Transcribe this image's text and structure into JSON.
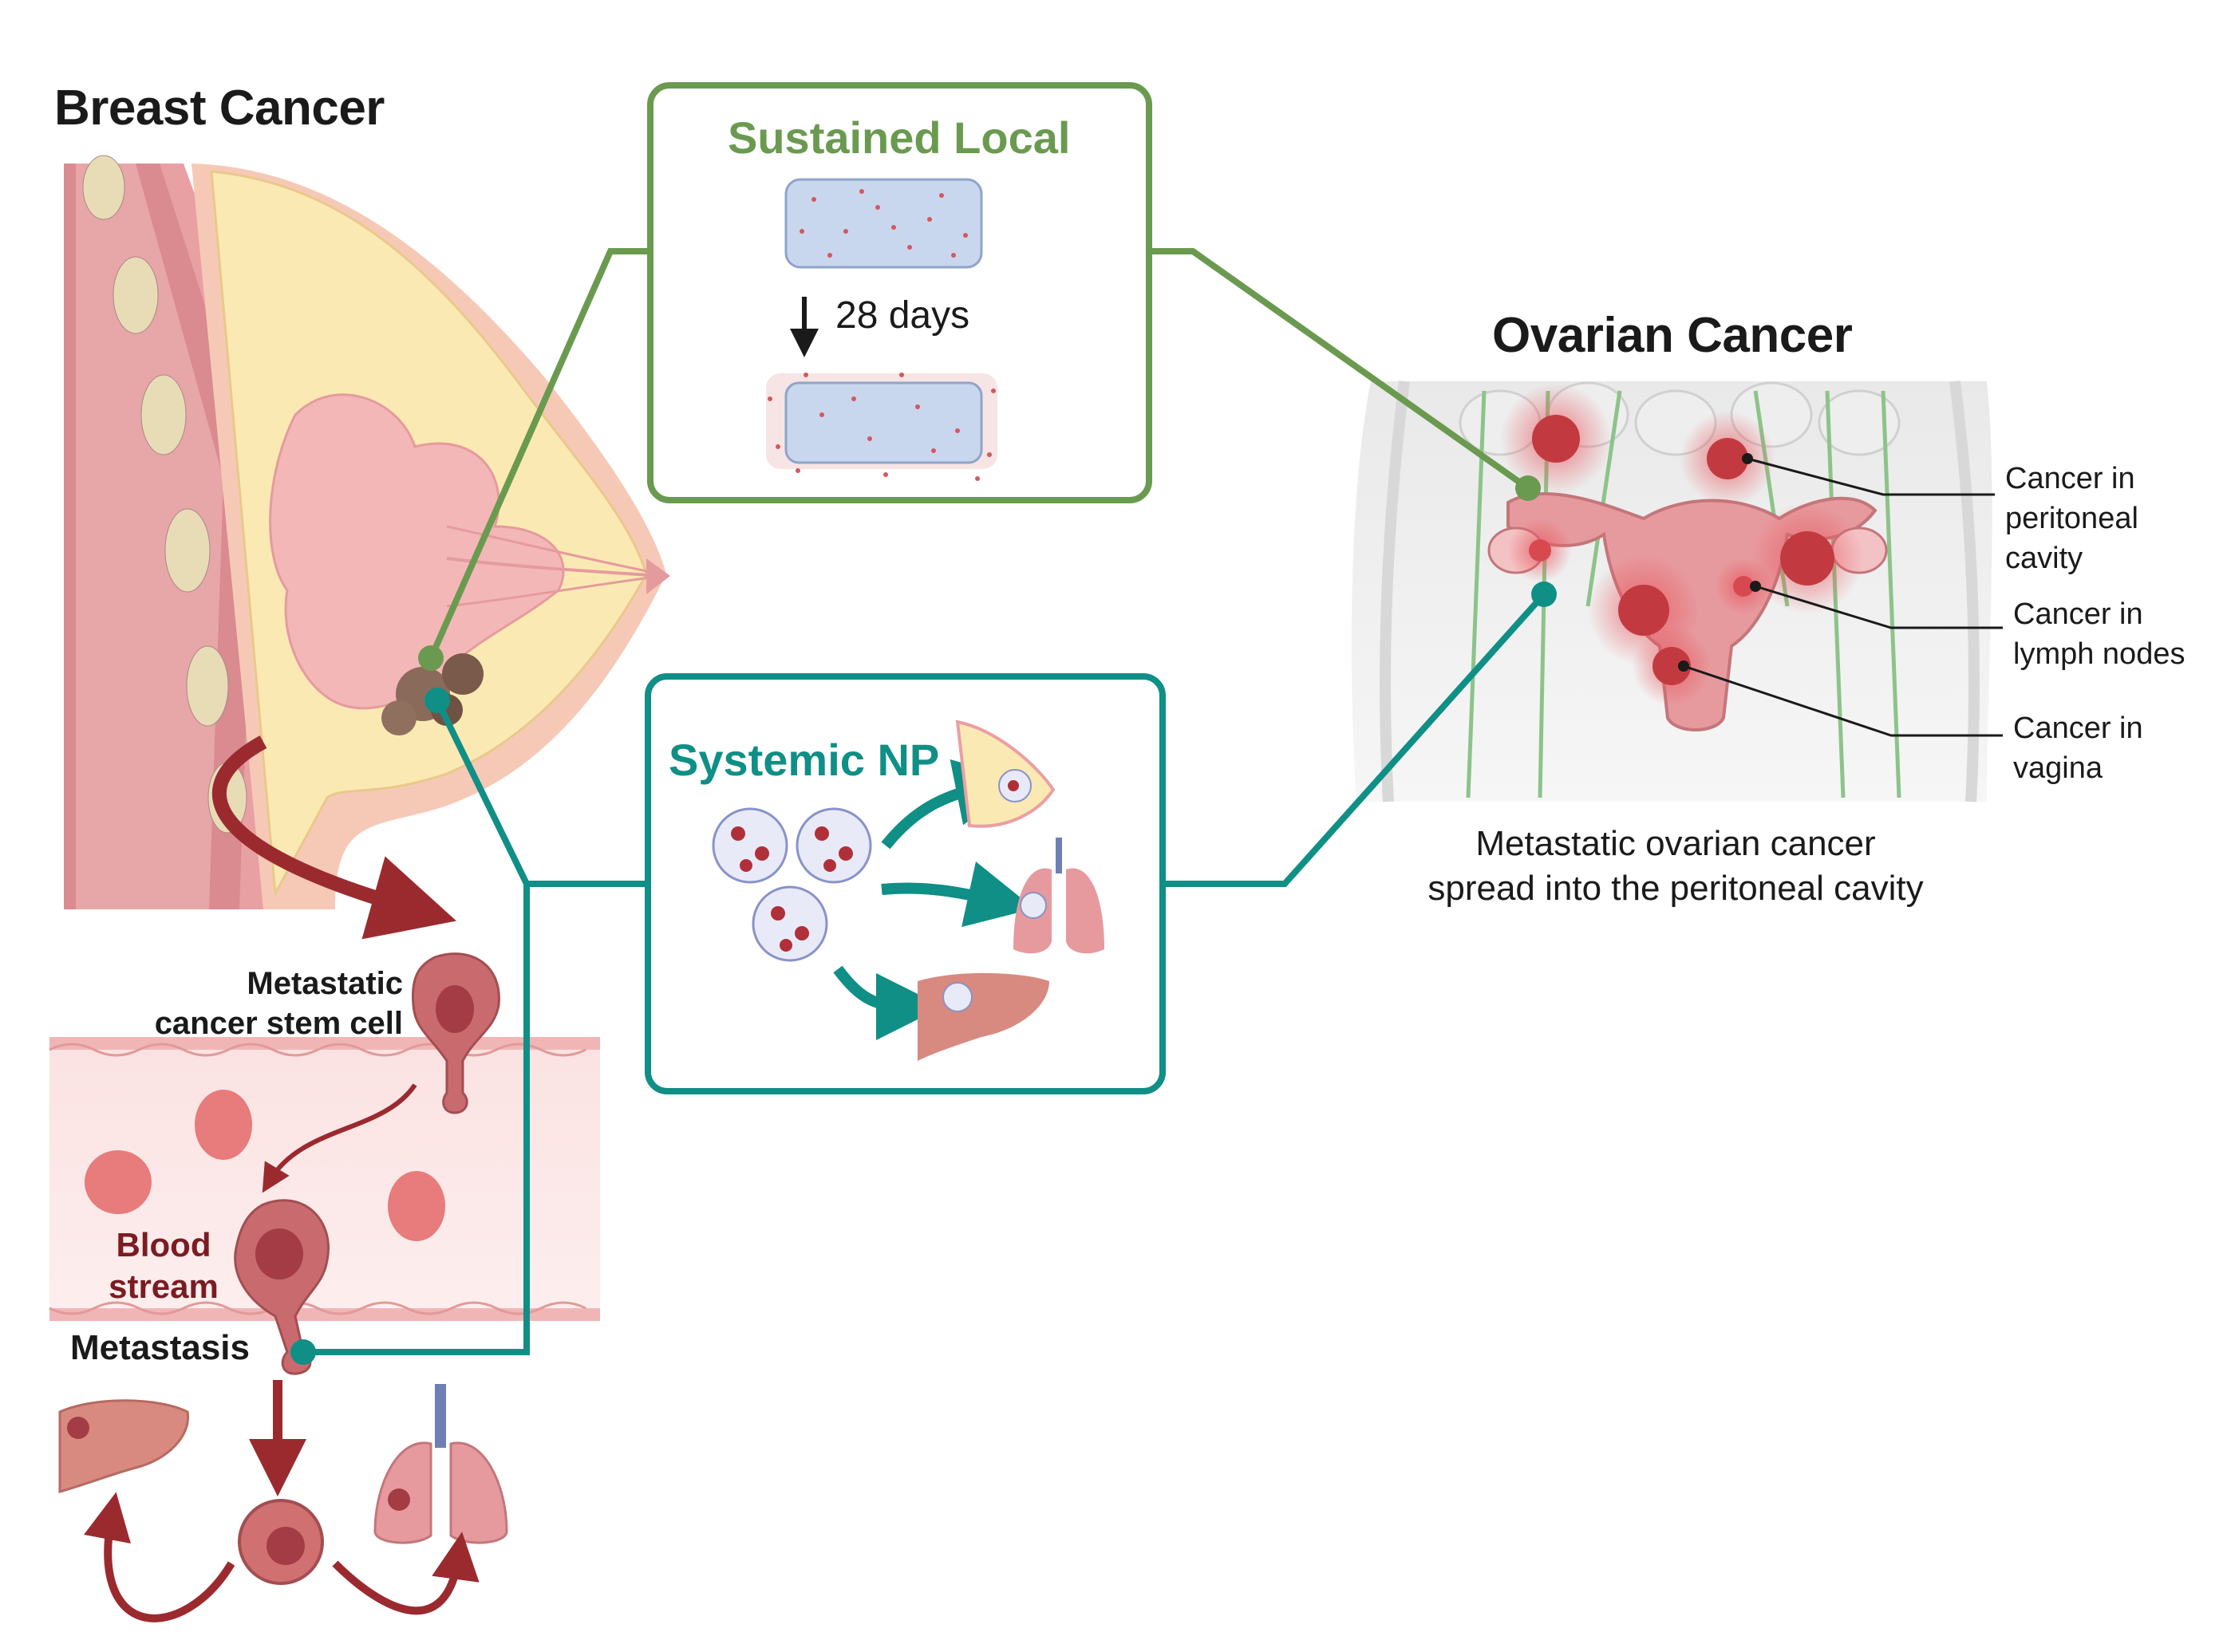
{
  "colors": {
    "green": "#6a9a4f",
    "teal": "#0f8f86",
    "tissue_pink": "#f4b7b8",
    "fat_yellow": "#fbe9b4",
    "tumor_red": "#c4333a",
    "arrow_red": "#9b2a2f"
  },
  "titles": {
    "breast": "Breast Cancer",
    "ovarian": "Ovarian Cancer"
  },
  "sustained_panel": {
    "title": "Sustained Local",
    "duration": "28 days"
  },
  "systemic_panel": {
    "title": "Systemic NP"
  },
  "metastasis_labels": {
    "stem_cell_line1": "Metastatic",
    "stem_cell_line2": "cancer stem cell",
    "blood_line1": "Blood",
    "blood_line2": "stream",
    "metastasis": "Metastasis"
  },
  "ovarian_callouts": {
    "peritoneal_line1": "Cancer in",
    "peritoneal_line2": "peritoneal",
    "peritoneal_line3": "cavity",
    "lymph_line1": "Cancer in",
    "lymph_line2": "lymph nodes",
    "vagina_line1": "Cancer in",
    "vagina_line2": "vagina"
  },
  "ovarian_caption": {
    "line1": "Metastatic ovarian cancer",
    "line2": "spread into the peritoneal cavity"
  },
  "icons": [
    "breast-anatomy-icon",
    "implant-cylinder-icon",
    "nanoparticle-icon",
    "liver-icon",
    "lungs-icon",
    "uterus-icon",
    "cancer-cell-icon",
    "red-blood-cell-icon"
  ]
}
